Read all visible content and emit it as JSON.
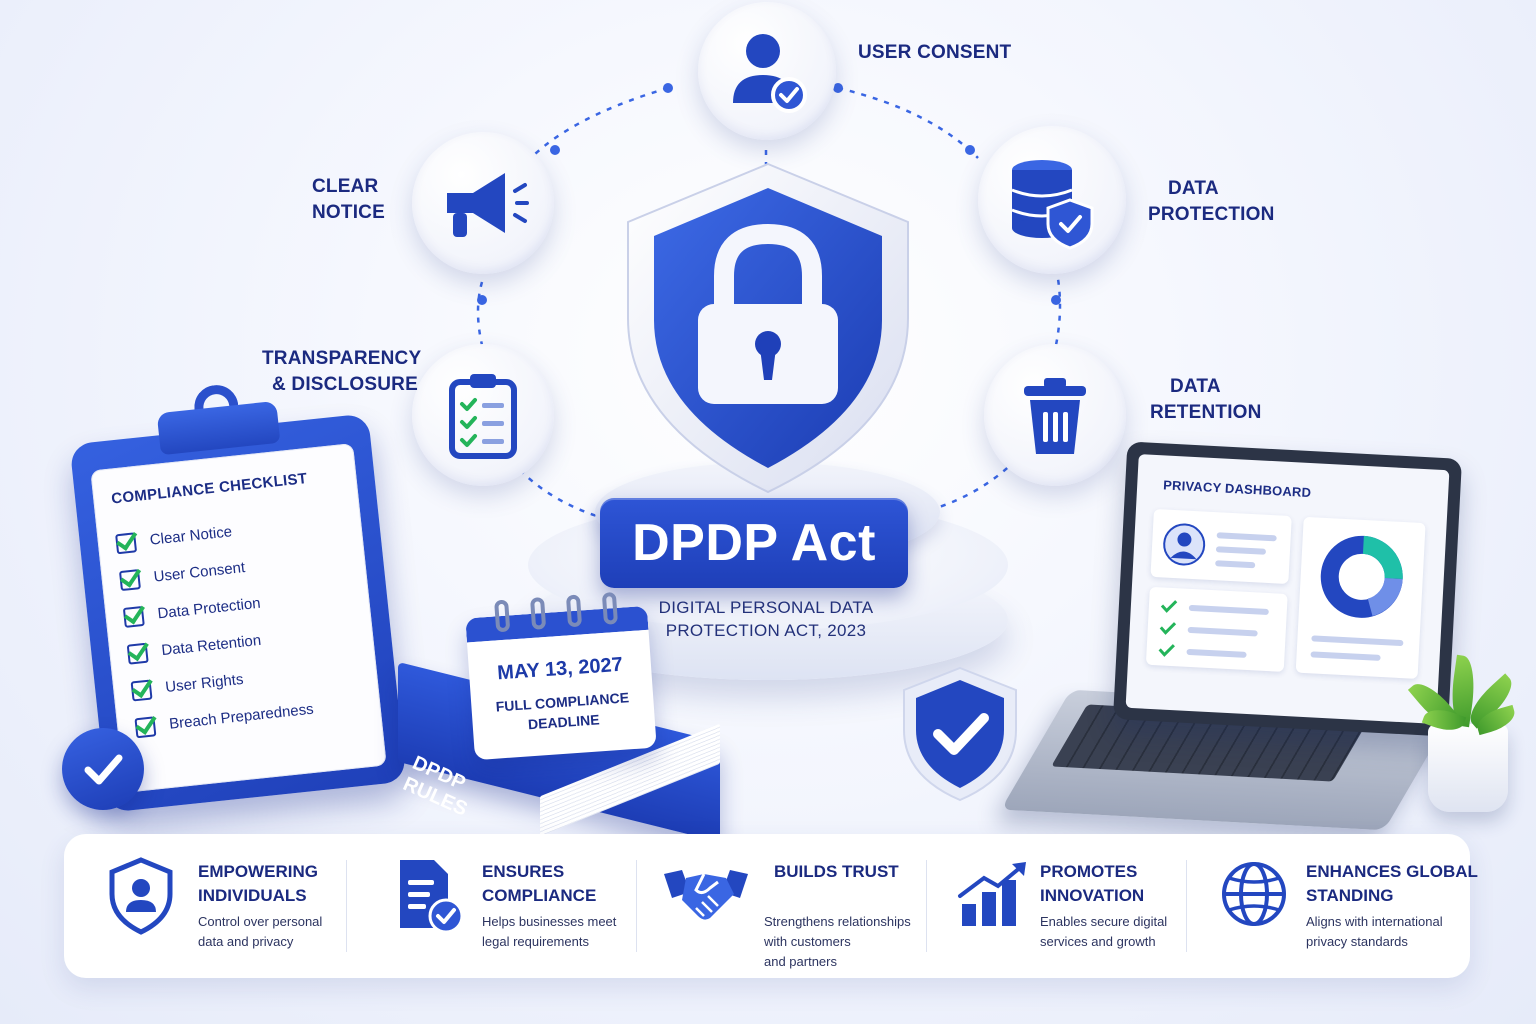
{
  "center": {
    "title": "DPDP Act",
    "subtitle_line1": "DIGITAL PERSONAL DATA",
    "subtitle_line2": "PROTECTION ACT, 2023"
  },
  "principles": [
    {
      "line1": "USER CONSENT",
      "line2": "",
      "icon": "user-check-icon"
    },
    {
      "line1": "CLEAR",
      "line2": "NOTICE",
      "icon": "megaphone-icon"
    },
    {
      "line1": "DATA",
      "line2": "PROTECTION",
      "icon": "database-shield-icon"
    },
    {
      "line1": "TRANSPARENCY",
      "line2": "& DISCLOSURE",
      "icon": "clipboard-checklist-icon"
    },
    {
      "line1": "DATA",
      "line2": "RETENTION",
      "icon": "trash-icon"
    }
  ],
  "checklist": {
    "title": "COMPLIANCE CHECKLIST",
    "items": [
      "Clear Notice",
      "User Consent",
      "Data Protection",
      "Data Retention",
      "User Rights",
      "Breach Preparedness"
    ]
  },
  "calendar": {
    "date": "MAY 13, 2027",
    "note_line1": "FULL COMPLIANCE",
    "note_line2": "DEADLINE"
  },
  "book": {
    "label": "DPDP RULES"
  },
  "dashboard": {
    "title": "PRIVACY DASHBOARD"
  },
  "benefits": [
    {
      "title_line1": "EMPOWERING",
      "title_line2": "INDIVIDUALS",
      "desc_line1": "Control over personal",
      "desc_line2": "data and privacy",
      "desc_line3": "",
      "icon": "shield-user-icon"
    },
    {
      "title_line1": "ENSURES",
      "title_line2": "COMPLIANCE",
      "desc_line1": "Helps businesses meet",
      "desc_line2": "legal requirements",
      "desc_line3": "",
      "icon": "document-check-icon"
    },
    {
      "title_line1": "BUILDS TRUST",
      "title_line2": "",
      "desc_line1": "Strengthens relationships",
      "desc_line2": "with customers",
      "desc_line3": "and partners",
      "icon": "handshake-icon"
    },
    {
      "title_line1": "PROMOTES",
      "title_line2": "INNOVATION",
      "desc_line1": "Enables secure digital",
      "desc_line2": "services and growth",
      "desc_line3": "",
      "icon": "growth-chart-icon"
    },
    {
      "title_line1": "ENHANCES GLOBAL",
      "title_line2": "STANDING",
      "desc_line1": "Aligns with international",
      "desc_line2": "privacy standards",
      "desc_line3": "",
      "icon": "globe-icon"
    }
  ],
  "colors": {
    "primary": "#2347c0",
    "accent": "#3a66e3",
    "check_green": "#24b45a",
    "text_dark": "#1b2a80",
    "teal": "#1fc0a8"
  }
}
